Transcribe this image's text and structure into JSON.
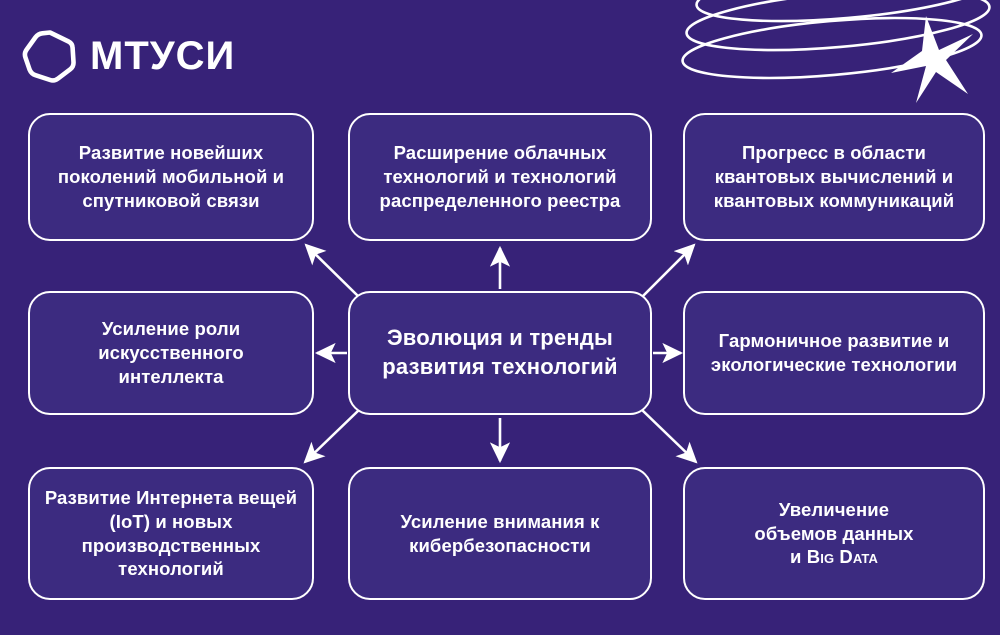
{
  "header": {
    "logo_text": "МТУСИ",
    "logo_mark": "heptagon-outline-icon",
    "decoration": "spiral-helix-with-star"
  },
  "diagram": {
    "type": "hub-and-spoke",
    "center": {
      "id": "hub",
      "label": "Эволюция и тренды развития технологий"
    },
    "nodes": [
      {
        "id": "mobile-satellite",
        "position": "top-left",
        "label": "Развитие новейших поколений мобильной и спутниковой связи"
      },
      {
        "id": "cloud-dlt",
        "position": "top-center",
        "label": "Расширение облачных технологий и технологий распределенного реестра"
      },
      {
        "id": "quantum",
        "position": "top-right",
        "label": "Прогресс в области квантовых вычислений и квантовых коммуникаций"
      },
      {
        "id": "ai",
        "position": "middle-left",
        "label": "Усиление роли искусственного интеллекта"
      },
      {
        "id": "green-tech",
        "position": "middle-right",
        "label": "Гармоничное развитие и экологические технологии"
      },
      {
        "id": "iot",
        "position": "bottom-left",
        "label": "Развитие Интернета вещей (IoT) и новых производственных технологий"
      },
      {
        "id": "cybersecurity",
        "position": "bottom-center",
        "label": "Усиление внимания к кибербезопасности"
      },
      {
        "id": "big-data",
        "position": "bottom-right",
        "label_line1": "Увеличение",
        "label_line2": "объемов данных",
        "label_line3_prefix": "и ",
        "label_line3_smallcaps": "Big Data"
      }
    ],
    "connections": [
      {
        "from": "hub",
        "to": "mobile-satellite",
        "direction": "up-left"
      },
      {
        "from": "hub",
        "to": "cloud-dlt",
        "direction": "up"
      },
      {
        "from": "hub",
        "to": "quantum",
        "direction": "up-right"
      },
      {
        "from": "hub",
        "to": "ai",
        "direction": "left"
      },
      {
        "from": "hub",
        "to": "green-tech",
        "direction": "right"
      },
      {
        "from": "hub",
        "to": "iot",
        "direction": "down-left"
      },
      {
        "from": "hub",
        "to": "cybersecurity",
        "direction": "down"
      },
      {
        "from": "hub",
        "to": "big-data",
        "direction": "down-right"
      }
    ]
  },
  "colors": {
    "background": "#372278",
    "node_fill": "#3C2B80",
    "stroke": "#FFFFFF",
    "text": "#FFFFFF"
  }
}
